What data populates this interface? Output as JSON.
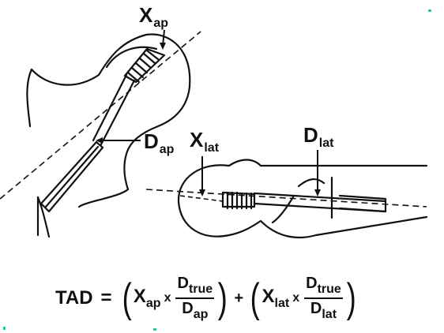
{
  "labels": {
    "x_ap": {
      "main": "X",
      "sub": "ap"
    },
    "d_ap": {
      "main": "D",
      "sub": "ap"
    },
    "x_lat": {
      "main": "X",
      "sub": "lat"
    },
    "d_lat": {
      "main": "D",
      "sub": "lat"
    }
  },
  "formula": {
    "lhs": "TAD",
    "equals": "=",
    "open_paren": "(",
    "close_paren": ")",
    "times": "x",
    "plus": "+",
    "term1_var": {
      "main": "X",
      "sub": "ap"
    },
    "term1_num": {
      "main": "D",
      "sub": "true"
    },
    "term1_den": {
      "main": "D",
      "sub": "ap"
    },
    "term2_var": {
      "main": "X",
      "sub": "lat"
    },
    "term2_num": {
      "main": "D",
      "sub": "true"
    },
    "term2_den": {
      "main": "D",
      "sub": "lat"
    }
  },
  "colors": {
    "ink": "#111111",
    "accent_marks": "#2ec4a0"
  }
}
